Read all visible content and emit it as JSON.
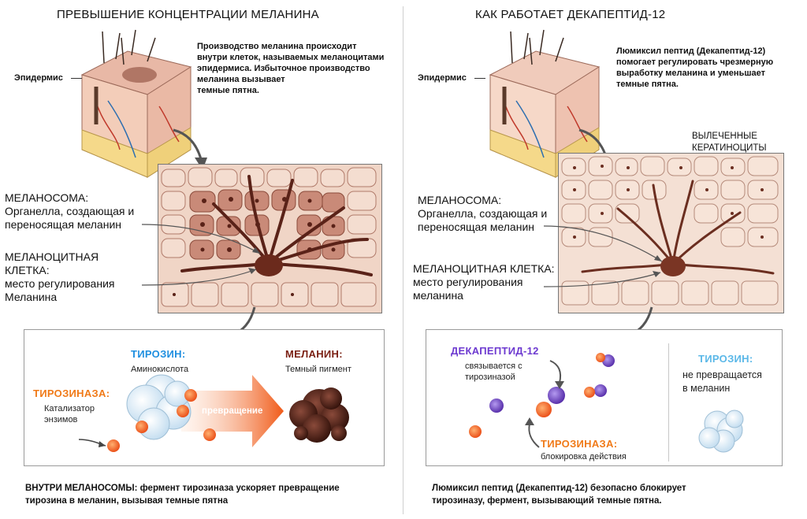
{
  "colors": {
    "tyrosine": "#1f8fe0",
    "melanin": "#7a1f12",
    "tyrosinase": "#f07a18",
    "decapeptide": "#6d3ad0",
    "tyrosine_light": "#5bb8e8"
  },
  "left": {
    "title": "ПРЕВЫШЕНИЕ КОНЦЕНТРАЦИИ МЕЛАНИНА",
    "epidermis": "Эпидермис",
    "desc_lines": [
      "Производство меланина происходит",
      "внутри клеток, называемых меланоцитами",
      "эпидермиса. Избыточное производство",
      "меланина вызывает",
      "темные пятна."
    ],
    "melanosome_title": "МЕЛАНОСОМА:",
    "melanosome_lines": [
      "Органелла, создающая и",
      "переносящая меланин"
    ],
    "melanocyte_title_lines": [
      "МЕЛАНОЦИТНАЯ",
      "КЛЕТКА:"
    ],
    "melanocyte_lines": [
      "место регулирования",
      "Меланина"
    ],
    "tyrosine_title": "ТИРОЗИН:",
    "tyrosine_sub": "Аминокислота",
    "melanin_title": "МЕЛАНИН:",
    "melanin_sub": "Темный пигмент",
    "tyrosinase_title": "ТИРОЗИНАЗА:",
    "tyrosinase_lines": [
      "Катализатор",
      "энзимов"
    ],
    "arrow_label": "превращение",
    "caption_bold": "ВНУТРИ МЕЛАНОСОМЫ:",
    "caption_rest": " фермент тирозиназа ускоряет превращение",
    "caption_line2": "тирозина в меланин, вызывая темные пятна"
  },
  "right": {
    "title": "КАК РАБОТАЕТ ДЕКАПЕПТИД-12",
    "epidermis": "Эпидермис",
    "desc_lines": [
      "Люмиксил пептид (Декапептид-12)",
      "помогает регулировать чрезмерную",
      "выработку меланина и уменьшает",
      "темные пятна."
    ],
    "keratinocytes_lines": [
      "ВЫЛЕЧЕННЫЕ",
      "КЕРАТИНОЦИТЫ"
    ],
    "melanosome_title": "МЕЛАНОСОМА:",
    "melanosome_lines": [
      "Органелла, создающая и",
      "переносящая меланин"
    ],
    "melanocyte_title": "МЕЛАНОЦИТНАЯ КЛЕТКА:",
    "melanocyte_lines": [
      "место регулирования",
      "меланина"
    ],
    "decapeptide_title": "ДЕКАПЕПТИД-12",
    "decapeptide_lines": [
      "связывается с",
      "тирозиназой"
    ],
    "tyrosinase_title": "ТИРОЗИНАЗА:",
    "tyrosinase_sub": "блокировка действия",
    "tyrosine_title": "ТИРОЗИН:",
    "tyrosine_lines": [
      "не превращается",
      "в меланин"
    ],
    "caption_line1": "Люмиксил пептид (Декапептид-12) безопасно блокирует",
    "caption_line2": "тирозиназу, фермент, вызывающий темные пятна."
  }
}
